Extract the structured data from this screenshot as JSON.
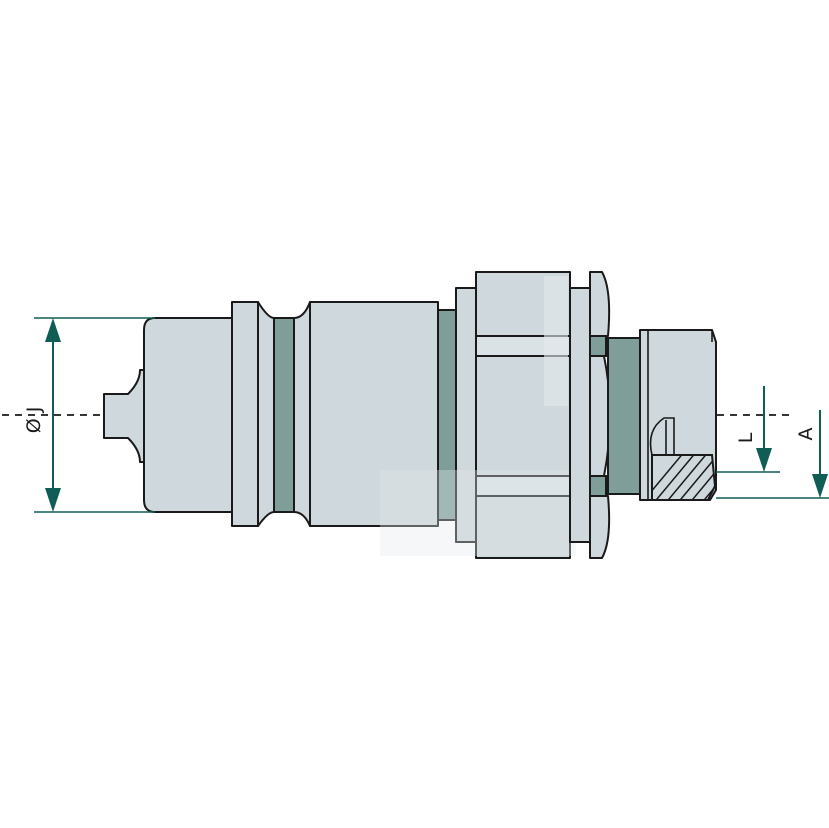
{
  "dimensions": {
    "diameter": {
      "label": "Ø J"
    },
    "thread_length": {
      "label": "L"
    },
    "offset": {
      "label": "A"
    }
  },
  "colors": {
    "body_fill": "#cfd8dc",
    "seal_fill": "#7f9e9a",
    "dimension_color": "#0f5d55",
    "outline": "#1a1a1a"
  }
}
